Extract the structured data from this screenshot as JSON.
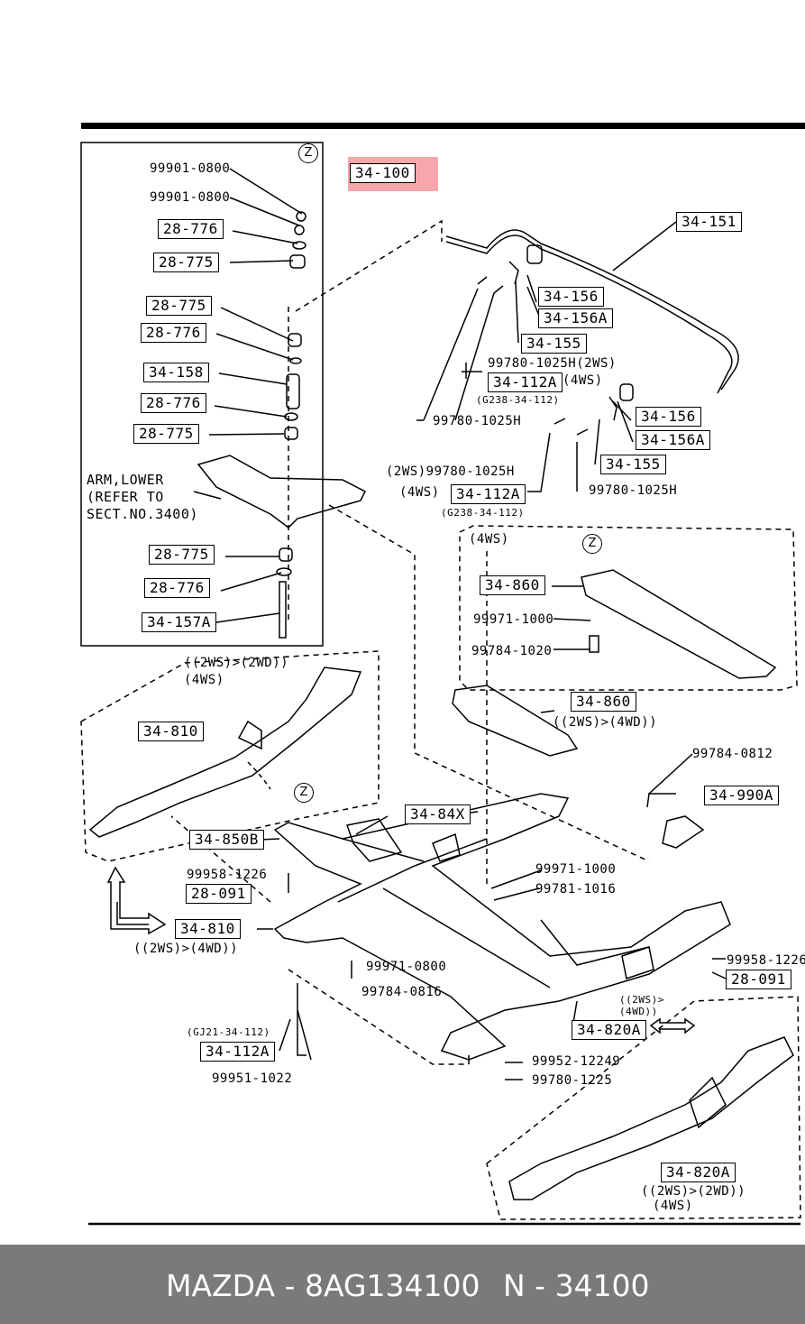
{
  "main_part": "34-100",
  "labels": {
    "l01": "99901-0800",
    "l02": "99901-0800",
    "l03": "28-776",
    "l04": "28-775",
    "l05": "28-775",
    "l06": "28-776",
    "l07": "34-158",
    "l08": "28-776",
    "l09": "28-775",
    "l10": "28-775",
    "l11": "28-776",
    "l12": "34-157A",
    "l13": "34-151",
    "l14": "34-156",
    "l15": "34-156A",
    "l16": "34-155",
    "l17": "99780-1025H(2WS)",
    "l18": "34-112A",
    "l19": "(4WS)",
    "l20": "(G238-34-112)",
    "l21": "99780-1025H",
    "l22": "34-156",
    "l23": "34-156A",
    "l24": "34-155",
    "l25": "(2WS)99780-1025H",
    "l26": "(4WS)",
    "l27": "34-112A",
    "l28": "99780-1025H",
    "l29": "(G238-34-112)",
    "l30": "(4WS)",
    "l31": "34-860",
    "l32": "99971-1000",
    "l33": "99784-1020",
    "l34": "34-860",
    "l35": "((2WS)>(4WD))",
    "l36": "((2WS)>(2WD))",
    "l37": "(4WS)",
    "l38": "34-810",
    "l39": "99784-0812",
    "l40": "34-990A",
    "l41": "34-84X",
    "l42": "34-850B",
    "l43": "99958-1226",
    "l44": "28-091",
    "l45": "99971-1000",
    "l46": "99781-1016",
    "l47": "34-810",
    "l48": "((2WS)>(4WD))",
    "l49": "99958-1226",
    "l50": "28-091",
    "l51": "99971-0800",
    "l52": "99784-0816",
    "l53": "((2WS)>",
    "l54": "(4WD))",
    "l55": "34-820A",
    "l56": "(GJ21-34-112)",
    "l57": "34-112A",
    "l58": "99952-12249",
    "l59": "99780-1225",
    "l60": "99951-1022",
    "l61": "34-820A",
    "l62": "((2WS)>(2WD))",
    "l63": "(4WS)"
  },
  "note": {
    "line1": "ARM,LOWER",
    "line2": "(REFER TO",
    "line3": "SECT.NO.3400)"
  },
  "z_marks": [
    "Z",
    "Z",
    "Z"
  ],
  "footer": {
    "brand_part": "MAZDA - 8AG134100",
    "ref": "N - 34100"
  },
  "colors": {
    "highlight": "#f7a7ab",
    "footer_bg": "#7a7a7a",
    "footer_text": "#ffffff"
  }
}
